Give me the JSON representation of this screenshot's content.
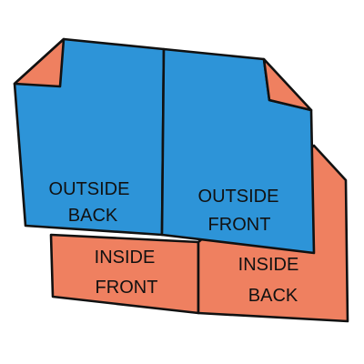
{
  "colors": {
    "outside": "#2d94d8",
    "inside": "#ef8060",
    "outline": "#111111",
    "background": "#ffffff"
  },
  "panels": {
    "outside_back": {
      "line1": "OUTSIDE",
      "line2": "BACK"
    },
    "outside_front": {
      "line1": "OUTSIDE",
      "line2": "FRONT"
    },
    "inside_front": {
      "line1": "INSIDE",
      "line2": "FRONT"
    },
    "inside_back": {
      "line1": "INSIDE",
      "line2": "BACK"
    }
  }
}
